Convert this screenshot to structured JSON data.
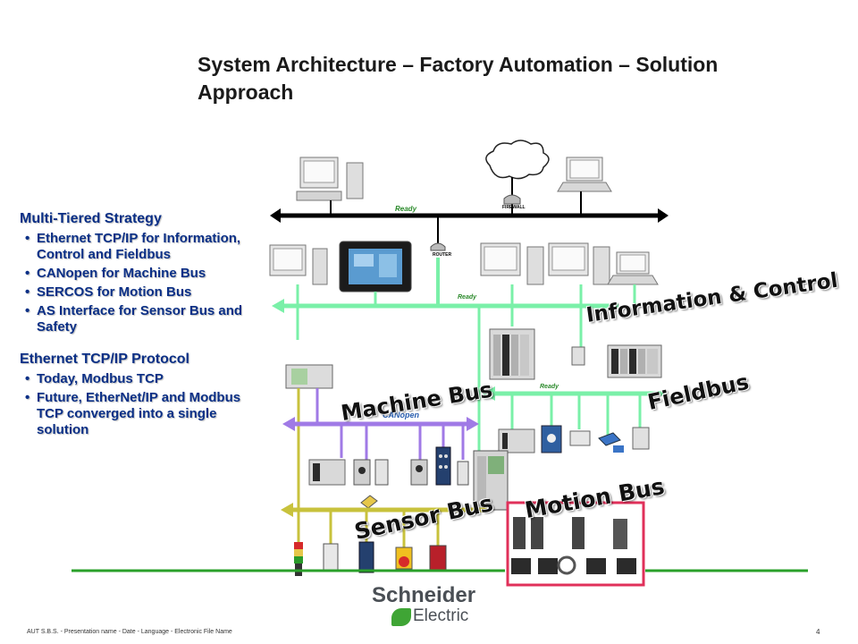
{
  "title": "System Architecture – Factory Automation – Solution Approach",
  "left_panel": {
    "section1": {
      "heading": "Multi-Tiered Strategy",
      "bullets": [
        "Ethernet TCP/IP for Information, Control and Fieldbus",
        "CANopen for Machine Bus",
        "SERCOS for Motion Bus",
        "AS Interface for Sensor Bus and Safety"
      ]
    },
    "section2": {
      "heading": "Ethernet TCP/IP Protocol",
      "bullets": [
        "Today, Modbus TCP",
        "Future, EtherNet/IP and Modbus TCP converged into a single solution"
      ]
    }
  },
  "diagram": {
    "bus_labels": {
      "info_control": "Information & Control",
      "fieldbus": "Fieldbus",
      "machine_bus": "Machine Bus",
      "motion_bus": "Motion Bus",
      "sensor_bus": "Sensor Bus"
    },
    "device_labels": {
      "firewall": "FIREWALL",
      "router": "ROUTER",
      "ready": "Ready",
      "canopen": "CANopen"
    },
    "colors": {
      "ethernet_top": "#000000",
      "info_control_bus": "#7af0a8",
      "fieldbus": "#7af0a8",
      "machine_bus": "#a07ae6",
      "sensor_bus": "#c8c23c",
      "motion_bus": "#e0305a",
      "ground_line": "#2aa02a"
    }
  },
  "footer": {
    "text": "AUT S.B.S. - Presentation name - Date - Language - Electronic File Name",
    "page": "4"
  },
  "logo": {
    "top": "Schneider",
    "bottom": "Electric"
  }
}
